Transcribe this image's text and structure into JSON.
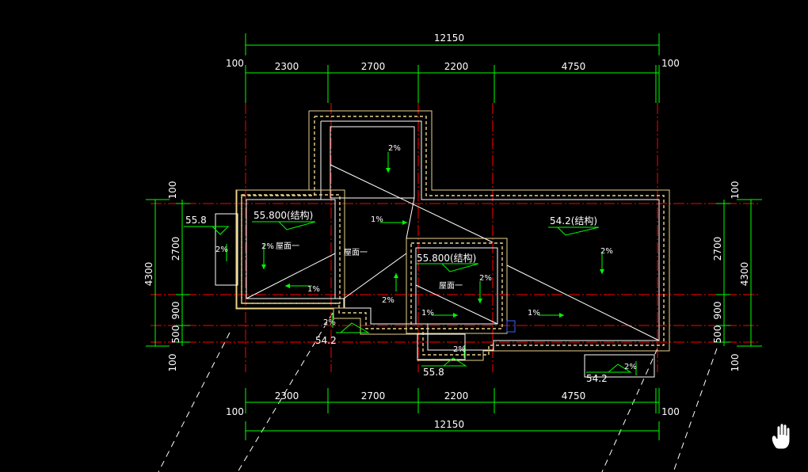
{
  "drawing": {
    "dims_top_total": "12150",
    "dims_top_segments": [
      "2300",
      "2700",
      "2200",
      "4750"
    ],
    "dims_bottom_total": "12150",
    "dims_bottom_segments": [
      "2300",
      "2700",
      "2200",
      "4750"
    ],
    "edge_offset": "100",
    "dims_left_total": "4300",
    "dims_left_segments": [
      "100",
      "2700",
      "900",
      "500",
      "100"
    ],
    "dims_right_total": "4300",
    "dims_right_segments": [
      "100",
      "2700",
      "900",
      "500",
      "100"
    ],
    "elevation_labels": [
      "55.8",
      "55.800(结构)",
      "55.800(结构)",
      "54.2(结构)",
      "54.2",
      "55.8",
      "54.2"
    ],
    "room_labels": [
      "屋面一",
      "屋面一",
      "屋面一"
    ],
    "slopes": [
      "2%",
      "2%",
      "1%",
      "2%",
      "1%",
      "2%",
      "2%",
      "2%",
      "1%",
      "1%",
      "2%",
      "2%",
      "2%"
    ]
  },
  "colors": {
    "background": "#000000",
    "dimension": "#00ff00",
    "axis": "#ff0000",
    "wall": "#e8d28a",
    "text": "#ffffff"
  },
  "cursor": {
    "icon": "hand-pan-icon"
  }
}
